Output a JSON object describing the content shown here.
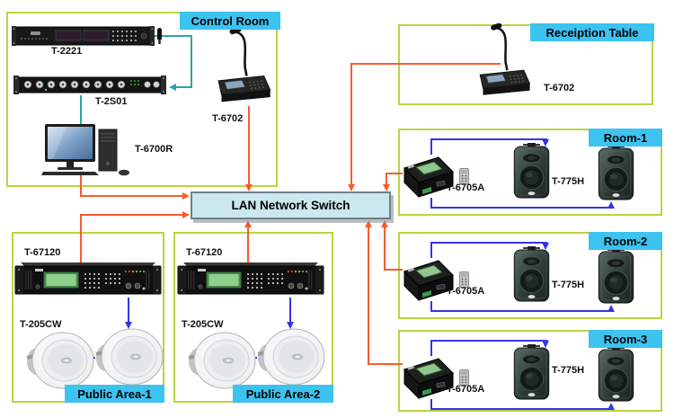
{
  "diagram": {
    "switch": {
      "label": "LAN Network Switch"
    },
    "control_room": {
      "label": "Control Room",
      "tuner_label": "T-2221",
      "mixer_label": "T-2S01",
      "pc_label": "T-6700R",
      "mic_label": "T-6702"
    },
    "reception": {
      "label": "Receiption Table",
      "mic_label": "T-6702"
    },
    "rooms": [
      {
        "label": "Room-1",
        "decoder_label": "T-6705A",
        "speaker_label": "T-775H"
      },
      {
        "label": "Room-2",
        "decoder_label": "T-6705A",
        "speaker_label": "T-775H"
      },
      {
        "label": "Room-3",
        "decoder_label": "T-6705A",
        "speaker_label": "T-775H"
      }
    ],
    "public_areas": [
      {
        "label": "Public Area-1",
        "amplifier_label": "T-67120",
        "speaker_label": "T-205CW"
      },
      {
        "label": "Public Area-2",
        "amplifier_label": "T-67120",
        "speaker_label": "T-205CW"
      }
    ],
    "colors": {
      "group_border": "#b9d43f",
      "label_bg": "#3cc3f0",
      "switch_fill": "#cbe8ee",
      "switch_border": "#6e7f86",
      "line_red": "#f85b2e",
      "line_blue": "#3434e6",
      "line_teal": "#2aa6a6"
    }
  }
}
